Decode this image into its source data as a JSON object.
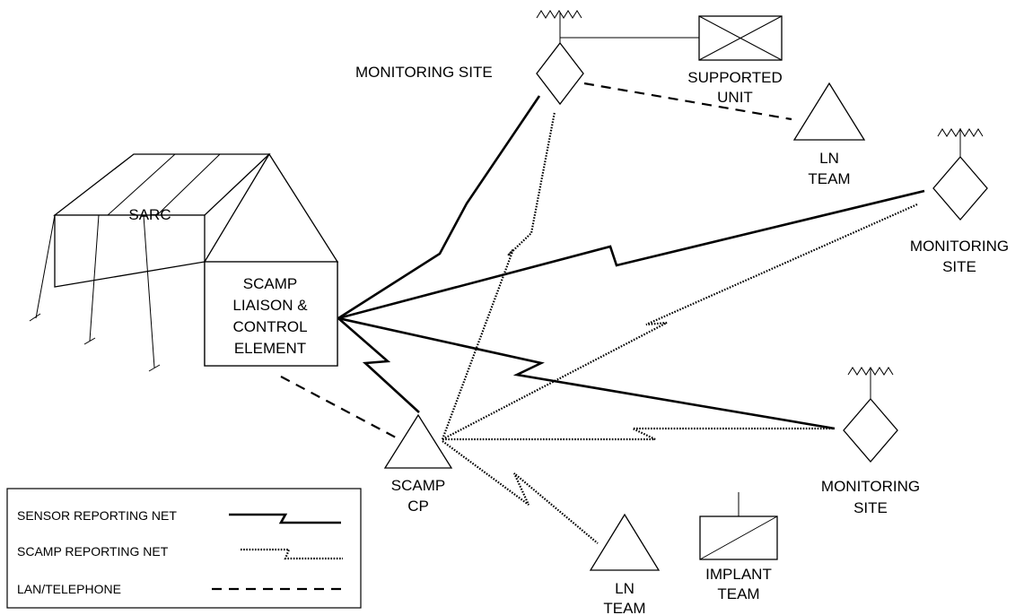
{
  "nodes": {
    "sarc": "SARC",
    "liaison": [
      "SCAMP",
      "LIAISON &",
      "CONTROL",
      "ELEMENT"
    ],
    "monitoring_site_top": "MONITORING SITE",
    "supported_unit": [
      "SUPPORTED",
      "UNIT"
    ],
    "ln_team_top": [
      "LN",
      "TEAM"
    ],
    "monitoring_site_right": [
      "MONITORING",
      "SITE"
    ],
    "monitoring_site_lower": [
      "MONITORING",
      "SITE"
    ],
    "scamp_cp": [
      "SCAMP",
      "CP"
    ],
    "ln_team_bottom": [
      "LN",
      "TEAM"
    ],
    "implant_team": [
      "IMPLANT",
      "TEAM"
    ]
  },
  "legend": {
    "sensor": "SENSOR REPORTING NET",
    "scamp": "SCAMP REPORTING NET",
    "lan": "LAN/TELEPHONE"
  }
}
